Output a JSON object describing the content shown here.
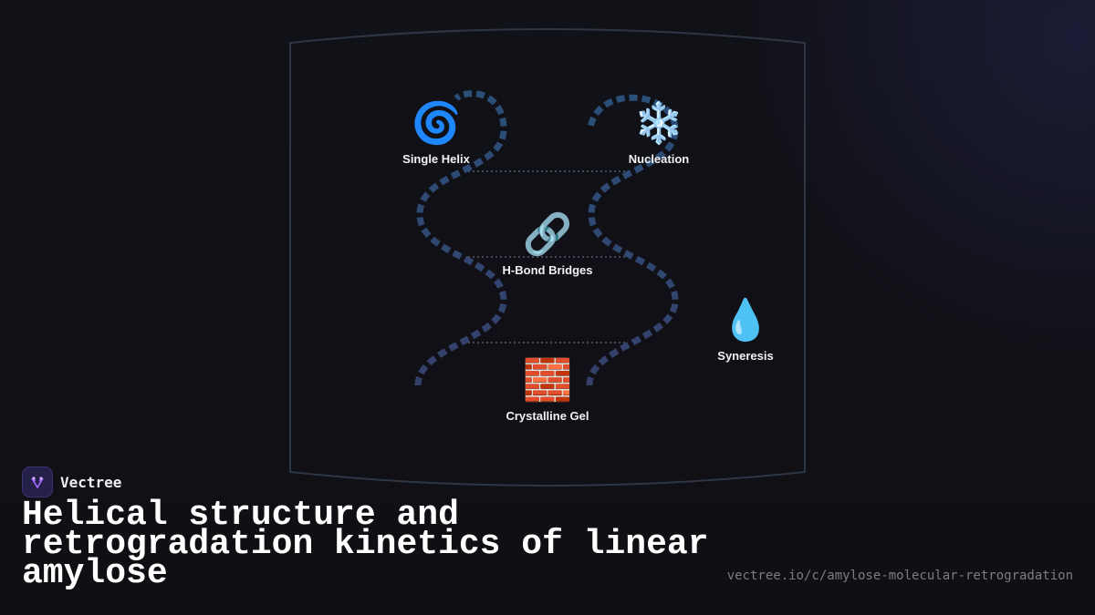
{
  "brand": {
    "name": "Vectree"
  },
  "title": "Helical structure and retrogradation kinetics of linear amylose",
  "url": "vectree.io/c/amylose-molecular-retrogradation",
  "colors": {
    "background": "#101016",
    "frame": "#2e3644",
    "helix_strand_top": "#2a4f78",
    "helix_strand_bottom": "#34446e",
    "bridge": "#55606e",
    "accent": "#a66bff"
  },
  "nodes": [
    {
      "id": "single-helix",
      "label": "Single Helix",
      "icon": "cyclone-icon",
      "glyph": "🌀"
    },
    {
      "id": "nucleation",
      "label": "Nucleation",
      "icon": "snowflake-icon",
      "glyph": "❄️"
    },
    {
      "id": "h-bond-bridges",
      "label": "H-Bond Bridges",
      "icon": "link-icon",
      "glyph": "🔗"
    },
    {
      "id": "syneresis",
      "label": "Syneresis",
      "icon": "droplet-icon",
      "glyph": "💧"
    },
    {
      "id": "crystalline-gel",
      "label": "Crystalline Gel",
      "icon": "brick-icon",
      "glyph": "🧱"
    }
  ]
}
